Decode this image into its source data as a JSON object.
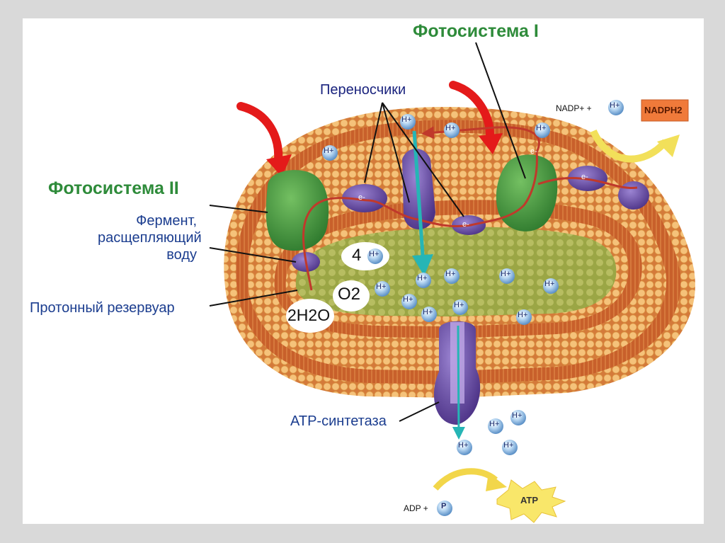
{
  "labels": {
    "photosystem_1": "Фотосистема I",
    "photosystem_2": "Фотосистема II",
    "carriers": "Переносчики",
    "enzyme_line1": "Фермент,",
    "enzyme_line2": "расщепляющий",
    "enzyme_line3": "воду",
    "proton_reservoir": "Протонный резервуар",
    "atp_synthase": "ATP-синтетаза"
  },
  "molecules": {
    "proton": "H+",
    "electron": "e-",
    "four": "4",
    "oxygen": "O2",
    "water": "2H2O",
    "nadp_plus": "NADP+ + ",
    "nadph": "NADPH2",
    "adp": "ADP + ",
    "phosphate": "P",
    "atp": "ATP"
  },
  "colors": {
    "background": "#d9d9d9",
    "slide": "#ffffff",
    "membrane_bead": "#f2b86b",
    "membrane_tail": "#d9733a",
    "lumen": "#9aa542",
    "photosystem": "#4f9a3f",
    "carrier": "#6a4fa0",
    "light_arrow": "#e41a1a",
    "proton_path": "#2bb9b9",
    "electron_path": "#c0392b",
    "label_green": "#2e8b3a",
    "label_blue": "#1b3d8f"
  }
}
